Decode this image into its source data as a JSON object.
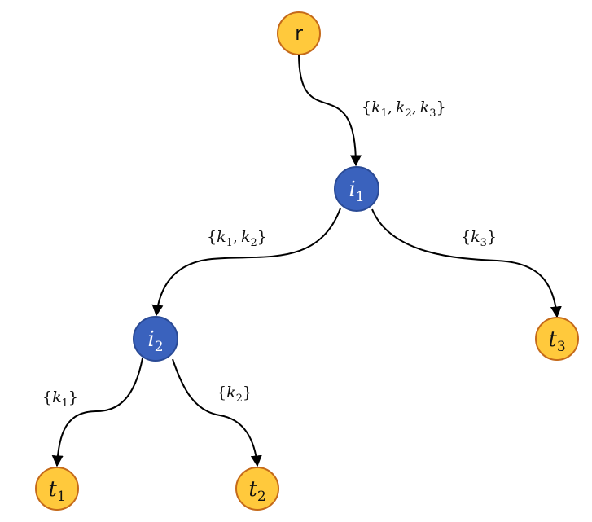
{
  "colors": {
    "terminal_fill": "#ffc93c",
    "terminal_stroke": "#c56a1a",
    "terminal_text": "#111111",
    "internal_fill": "#3a62bd",
    "internal_stroke": "#2a4a95",
    "internal_text": "#ffffff",
    "edge": "#000000"
  },
  "nodes": {
    "r": {
      "label": "r"
    },
    "i1": {
      "base": "i",
      "sub": "1"
    },
    "i2": {
      "base": "i",
      "sub": "2"
    },
    "t1": {
      "base": "t",
      "sub": "1"
    },
    "t2": {
      "base": "t",
      "sub": "2"
    },
    "t3": {
      "base": "t",
      "sub": "3"
    }
  },
  "edges": {
    "r_i1": {
      "open": "{",
      "close": "}",
      "sep": ",",
      "vars": [
        {
          "base": "k",
          "sub": "1"
        },
        {
          "base": "k",
          "sub": "2"
        },
        {
          "base": "k",
          "sub": "3"
        }
      ]
    },
    "i1_i2": {
      "open": "{",
      "close": "}",
      "sep": ",",
      "vars": [
        {
          "base": "k",
          "sub": "1"
        },
        {
          "base": "k",
          "sub": "2"
        }
      ]
    },
    "i1_t3": {
      "open": "{",
      "close": "}",
      "sep": ",",
      "vars": [
        {
          "base": "k",
          "sub": "3"
        }
      ]
    },
    "i2_t1": {
      "open": "{",
      "close": "}",
      "sep": ",",
      "vars": [
        {
          "base": "k",
          "sub": "1"
        }
      ]
    },
    "i2_t2": {
      "open": "{",
      "close": "}",
      "sep": ",",
      "vars": [
        {
          "base": "k",
          "sub": "2"
        }
      ]
    }
  }
}
